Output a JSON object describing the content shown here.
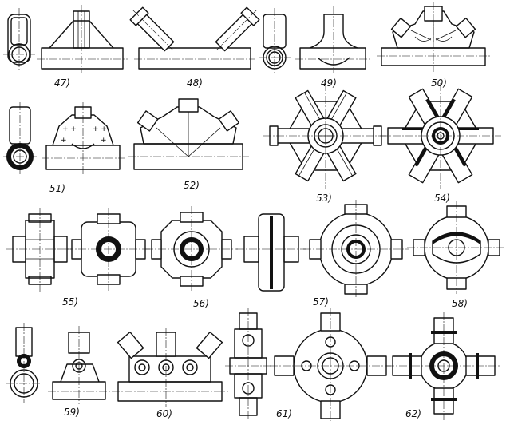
{
  "figures": [
    {
      "id": "47",
      "label": "47)"
    },
    {
      "id": "48",
      "label": "48)"
    },
    {
      "id": "49",
      "label": "49)"
    },
    {
      "id": "50",
      "label": "50)"
    },
    {
      "id": "51",
      "label": "51)"
    },
    {
      "id": "52",
      "label": "52)"
    },
    {
      "id": "53",
      "label": "53)"
    },
    {
      "id": "54",
      "label": "54)"
    },
    {
      "id": "55",
      "label": "55)"
    },
    {
      "id": "56",
      "label": "56)"
    },
    {
      "id": "57",
      "label": "57)"
    },
    {
      "id": "58",
      "label": "58)"
    },
    {
      "id": "59",
      "label": "59)"
    },
    {
      "id": "60",
      "label": "60)"
    },
    {
      "id": "61",
      "label": "61)"
    },
    {
      "id": "62",
      "label": "62)"
    }
  ],
  "colors": {
    "ink": "#111111",
    "paper": "#ffffff"
  }
}
